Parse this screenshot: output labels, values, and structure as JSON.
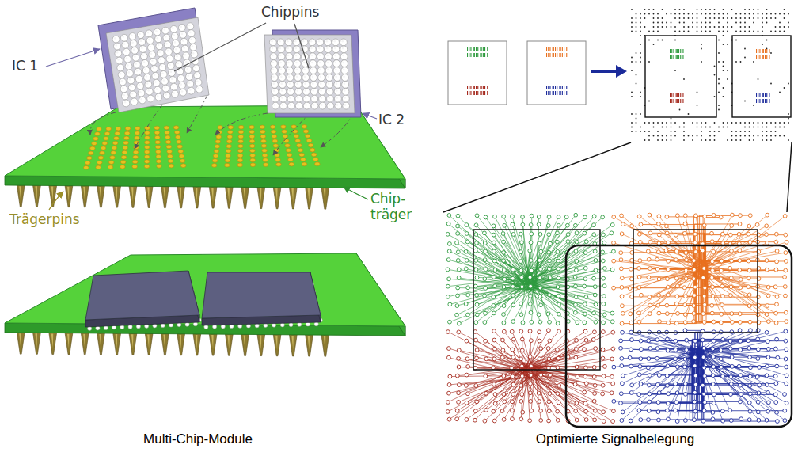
{
  "diagram": {
    "labels": [
      "IC 1",
      "Chippins",
      "IC 2",
      "Trägerpins",
      "Chip- träger",
      "Multi-Chip-Module",
      "Optimierte Signalbelegung"
    ]
  }
}
